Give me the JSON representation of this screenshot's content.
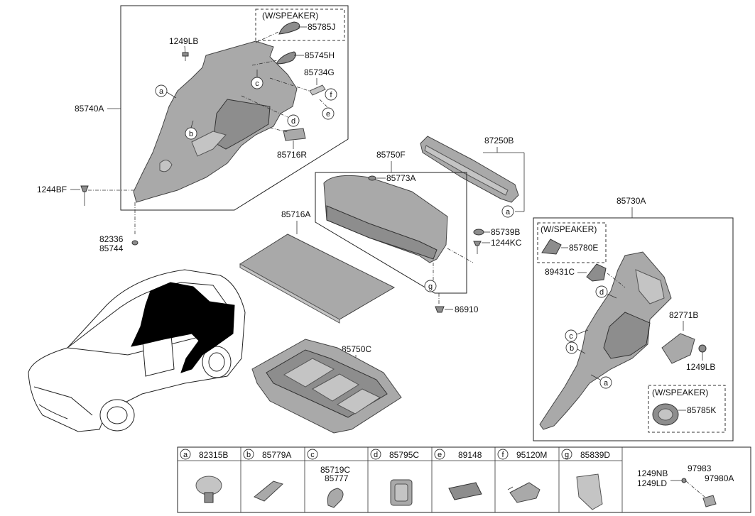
{
  "callouts": {
    "p85740A": "85740A",
    "p1249LB_top": "1249LB",
    "speaker_top": "(W/SPEAKER)",
    "p85785J": "85785J",
    "p85745H": "85745H",
    "p85734G": "85734G",
    "p85716R": "85716R",
    "p1244BF": "1244BF",
    "p82336": "82336",
    "p85744": "85744",
    "p87250B": "87250B",
    "p85750F": "85750F",
    "p85773A": "85773A",
    "p85716A": "85716A",
    "p85739B": "85739B",
    "p1244KC": "1244KC",
    "p86910": "86910",
    "p85750C": "85750C",
    "p85730A": "85730A",
    "speaker_right": "(W/SPEAKER)",
    "p85780E": "85780E",
    "p89431C": "89431C",
    "p82771B": "82771B",
    "p1249LB_right": "1249LB",
    "speaker_bottom": "(W/SPEAKER)",
    "p85785K": "85785K"
  },
  "circle_letters": {
    "a": "a",
    "b": "b",
    "c": "c",
    "d": "d",
    "e": "e",
    "f": "f",
    "g": "g"
  },
  "legend": [
    {
      "letter": "a",
      "part": "82315B"
    },
    {
      "letter": "b",
      "part": "85779A"
    },
    {
      "letter": "c",
      "part": "85719C",
      "part2": "85777"
    },
    {
      "letter": "d",
      "part": "85795C"
    },
    {
      "letter": "e",
      "part": "89148"
    },
    {
      "letter": "f",
      "part": "95120M"
    },
    {
      "letter": "g",
      "part": "85839D"
    }
  ],
  "legend_extra": {
    "p1249NB": "1249NB",
    "p1249LD": "1249LD",
    "p97983": "97983",
    "p97980A": "97980A"
  }
}
